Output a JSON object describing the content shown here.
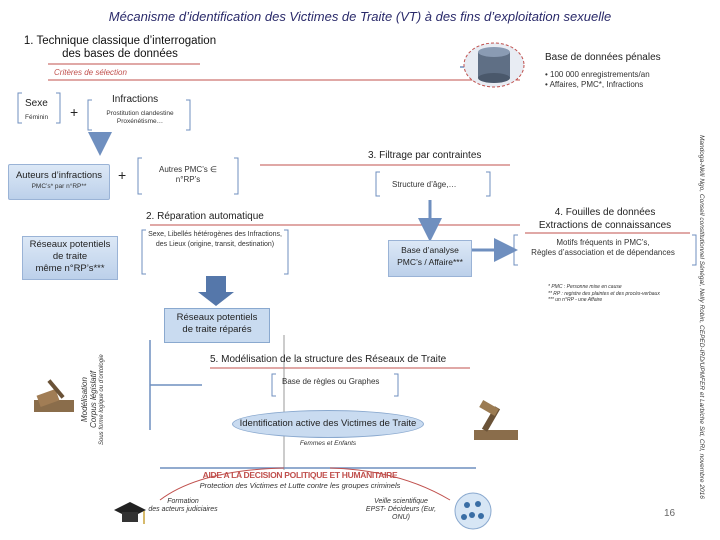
{
  "title": "Mécanisme d’identification des Victimes de Traite (VT) à des fins d’exploitation sexuelle",
  "section1": {
    "title_line1": "1. Technique classique d’interrogation",
    "title_line2": "des bases de données",
    "criteria": "Critères de sélection",
    "sexe": "Sexe",
    "sexe_value": "Féminin",
    "plus": "+",
    "infractions": "Infractions",
    "infractions_value": "Prostitution clandestine Proxénétisme…",
    "auteurs": "Auteurs d’infractions",
    "auteurs_sub": "PMC’s* par n°RP**",
    "autres_line1": "Autres PMC’s ∈",
    "autres_line2": "n°RP’s"
  },
  "database": {
    "title": "Base de données pénales",
    "bullet1": "100 000 enregistrements/an",
    "bullet2": "Affaires, PMC*, Infractions"
  },
  "section2": {
    "title": "2. Réparation automatique",
    "text": "Sexe, Libellés hétérogènes des Infractions, des Lieux (origine, transit, destination)",
    "reseaux_line1": "Réseaux potentiels",
    "reseaux_line2": "de traite",
    "reseaux_line3": "même n°RP’s***",
    "base_line1": "Base d’analyse",
    "base_line2": "PMC’s / Affaire***"
  },
  "section3": {
    "title": "3. Filtrage par contraintes",
    "text": "Structure d’âge,…"
  },
  "section4": {
    "title_line1": "4. Fouilles de données",
    "title_line2": "Extractions de connaissances",
    "text_line1": "Motifs fréquents in PMC’s,",
    "text_line2": "Règles d’association et de dépendances"
  },
  "footnotes": {
    "f1": "* PMC : Personne mise en cause",
    "f2": "** RP : registre des plaintes et des procès-verbaux",
    "f3": "*** un n°RP - une Affaire"
  },
  "reseaux_repares_line1": "Réseaux potentiels",
  "reseaux_repares_line2": "de traite réparés",
  "side_left": {
    "line1": "Modélisation",
    "line2": "Corpus législatif",
    "line3": "Sous forme logique ou d’ontologie"
  },
  "section5": {
    "title": "5. Modélisation de la structure des Réseaux de Traite",
    "text": "Base de règles  ou Graphes"
  },
  "identification": {
    "title": "Identification active des Victimes de Traite",
    "sub": "Femmes et Enfants"
  },
  "aide": {
    "title": "AIDE A LA DECISION POLITIQUE ET HUMANITAIRE",
    "sub": "Protection des Victimes et Lutte contre les groupes criminels"
  },
  "formation_line1": "Formation",
  "formation_line2": "des acteurs judiciaires",
  "veille_line1": "Veille scientifique",
  "veille_line2": "EPST- Décideurs (Eur,",
  "veille_line3": "ONU)",
  "side_right": "Mandoga-Nkili Ngo, Conseil constitutionnel Sénégal, Nelly Robin, CEPED-IRD/UPMFER et Larbiche Sid, CRI, novembre 2016",
  "page_number": "16",
  "colors": {
    "accent_red": "#c0504d",
    "box_blue": "#c9dbf0",
    "arrow_blue": "#6f8fbf",
    "title_blue": "#2a2a6a"
  }
}
